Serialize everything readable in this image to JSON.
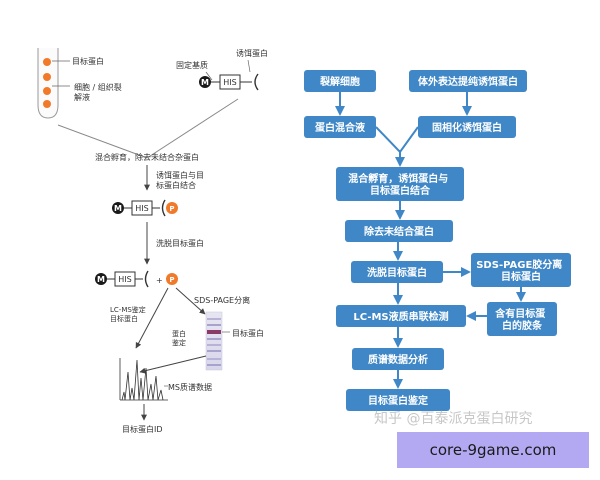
{
  "left": {
    "target_protein": "目标蛋白",
    "cell_lysate": "细胞 / 组织裂\n解液",
    "immobilized_substrate": "固定基质",
    "bait_protein": "诱饵蛋白",
    "his": "HIS",
    "m": "M",
    "p": "P",
    "incubate": "混合孵育，除去未结合杂蛋白",
    "bait_target_binding": "诱饵蛋白与目\n标蛋白结合",
    "elute": "洗脱目标蛋白",
    "plus": "+",
    "lcms_ident": "LC-MS鉴定\n目标蛋白",
    "sds_sep": "SDS-PAGE分离",
    "protein_ident": "蛋白\n鉴定",
    "target_band": "目标蛋白",
    "ms_data": "MS质谱数据",
    "target_id": "目标蛋白ID"
  },
  "right": {
    "lyse": "裂解细胞",
    "express": "体外表达提纯诱饵蛋白",
    "mix": "蛋白混合液",
    "immobilize": "固相化诱饵蛋白",
    "incubate": "混合孵育，诱饵蛋白与\n目标蛋白结合",
    "remove": "除去未结合蛋白",
    "elute": "洗脱目标蛋白",
    "sds": "SDS-PAGE胶分离\n目标蛋白",
    "band": "含有目标蛋\n白的胶条",
    "lcms": "LC-MS液质串联检测",
    "ms_analysis": "质谱数据分析",
    "identify": "目标蛋白鉴定"
  },
  "watermark": "知乎 @百泰派克蛋白研究",
  "banner": "core-9game.com",
  "colors": {
    "flow_box": "#3f87c6",
    "orange_bead": "#f07a2a",
    "banner_bg": "#b3a9f2"
  }
}
